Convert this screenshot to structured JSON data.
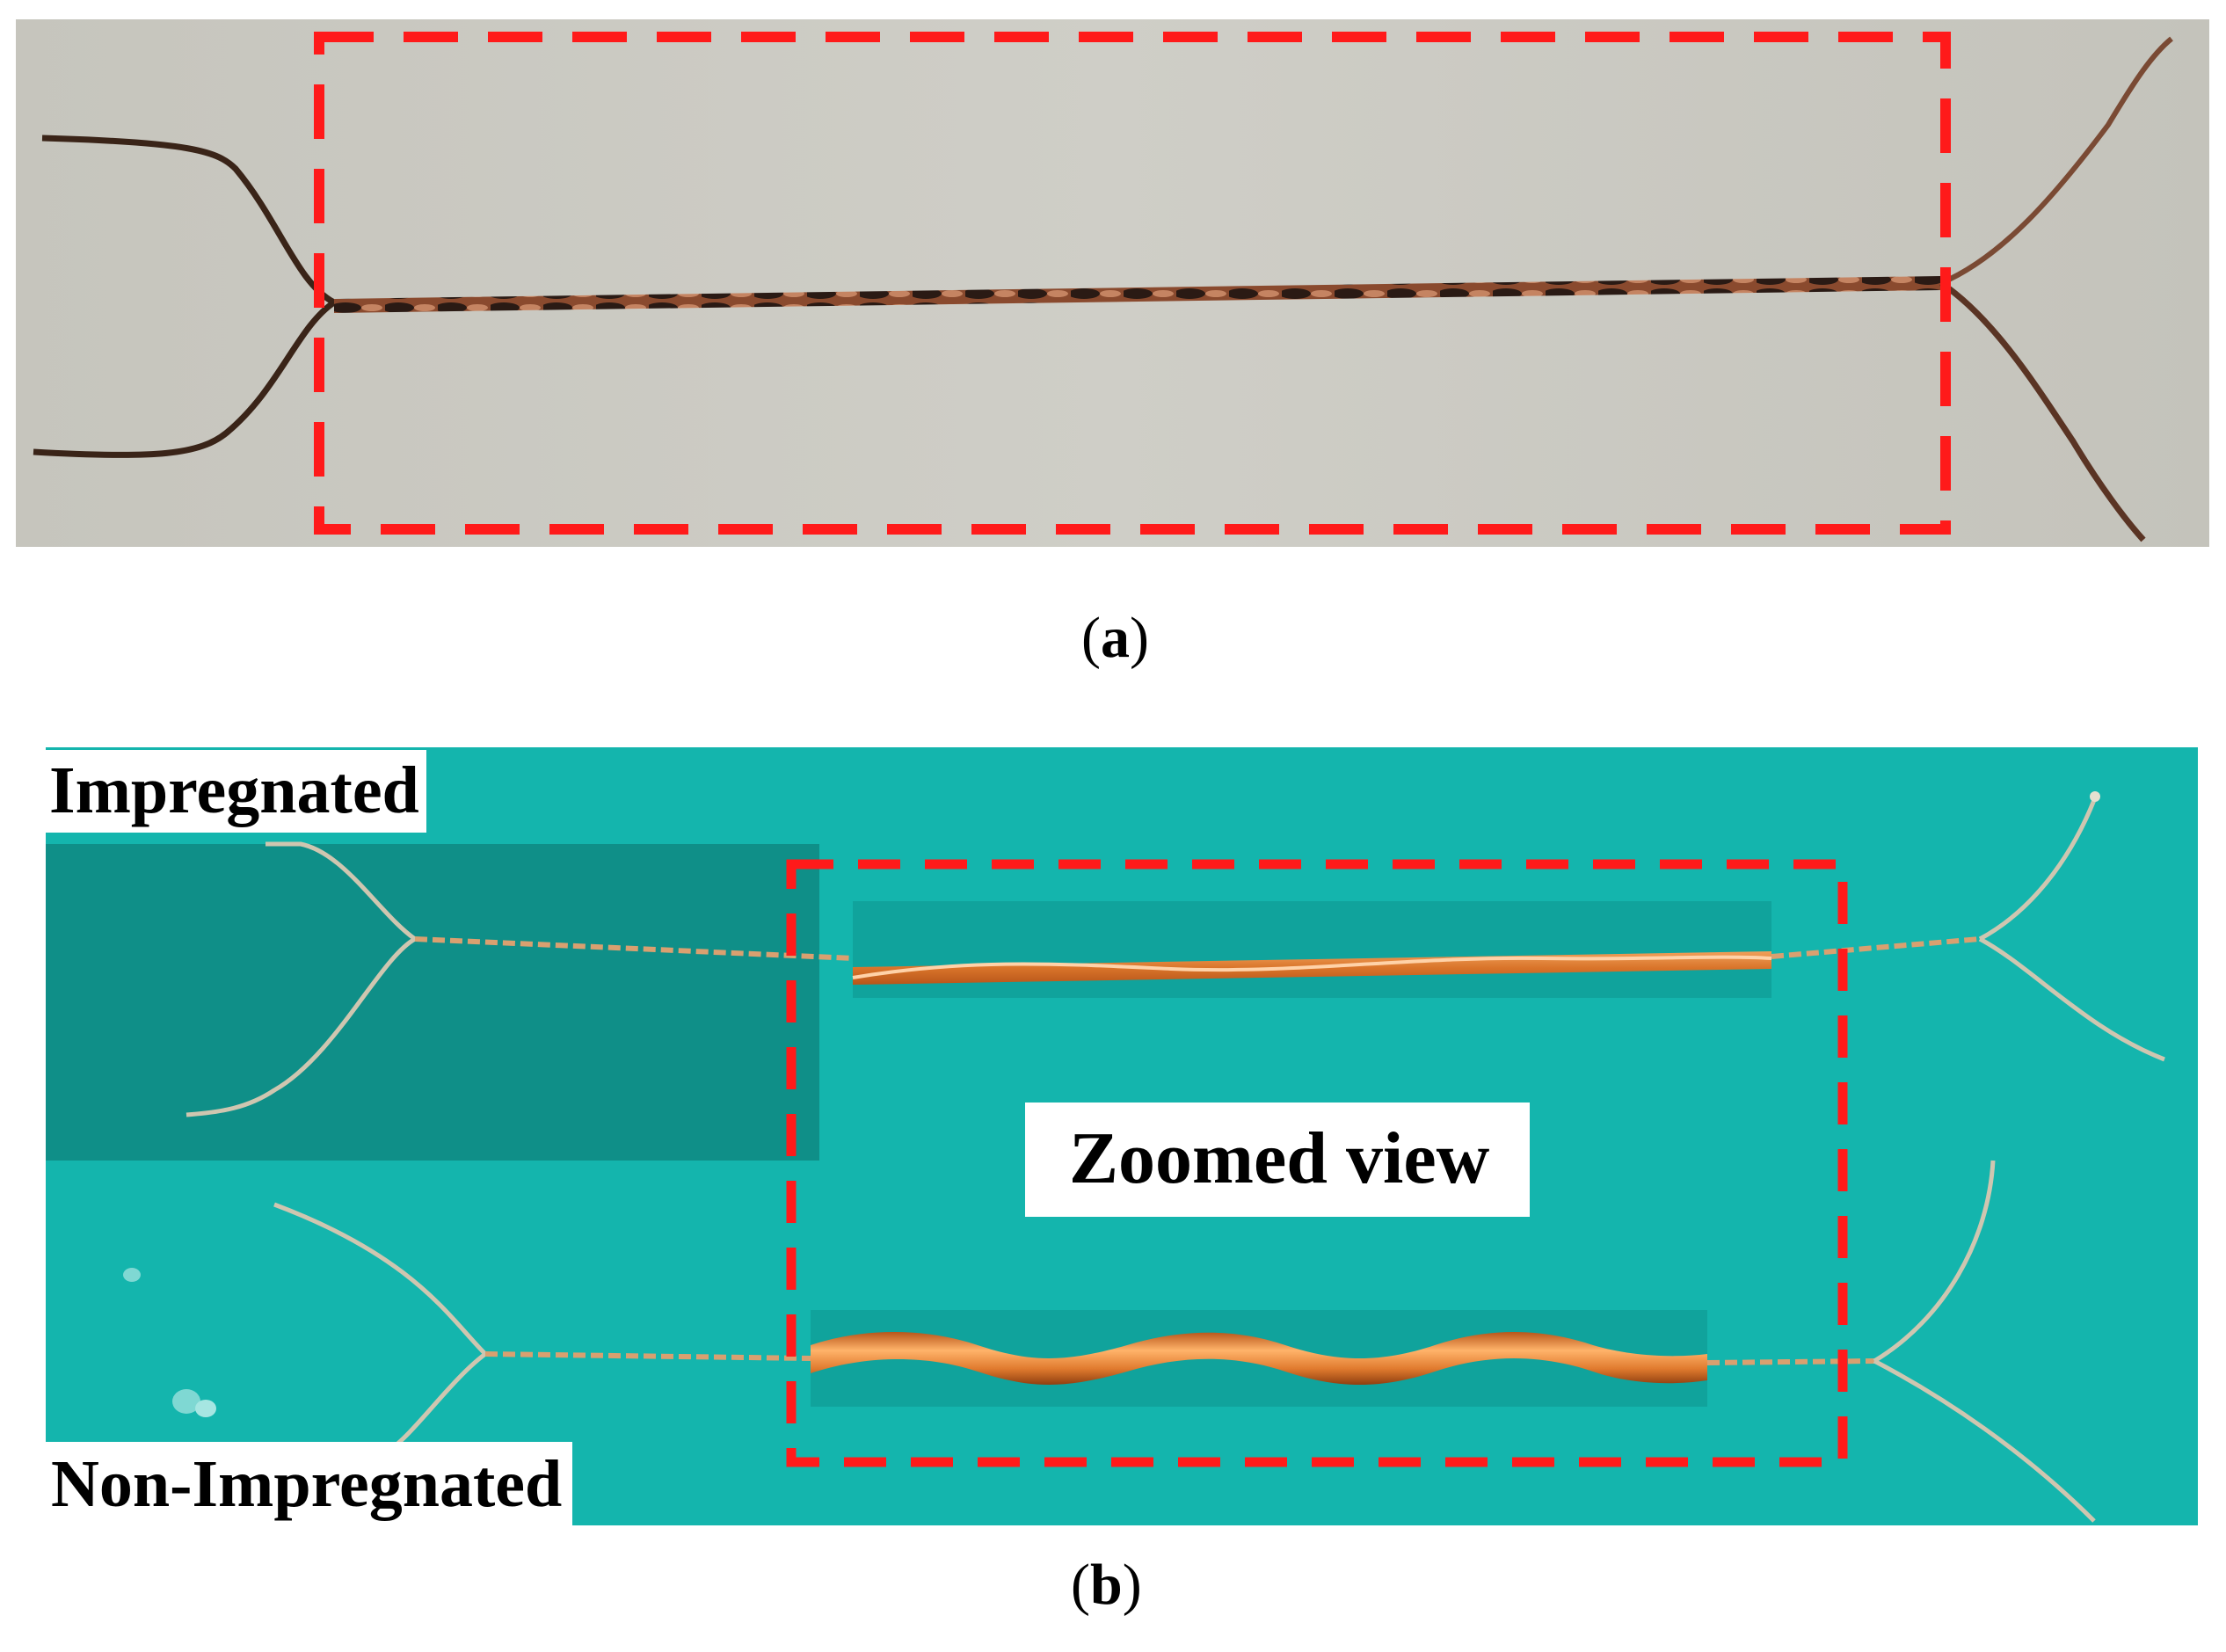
{
  "figure": {
    "panel_a": {
      "caption": "(a)",
      "caption_letter": "a"
    },
    "panel_b": {
      "caption": "(b)",
      "caption_letter": "b",
      "label_top": "Impregnated",
      "label_bottom": "Non-Impregnated",
      "label_center": "Zoomed view"
    },
    "colors": {
      "photo_a_background": "#c9c8c0",
      "photo_b_background": "#14b5ad",
      "photo_b_top_shade": "#0f8f88",
      "highlight_box": "#ff1a1a",
      "copper_wire": "#d9742a",
      "dark_wire": "#3a2418"
    }
  }
}
